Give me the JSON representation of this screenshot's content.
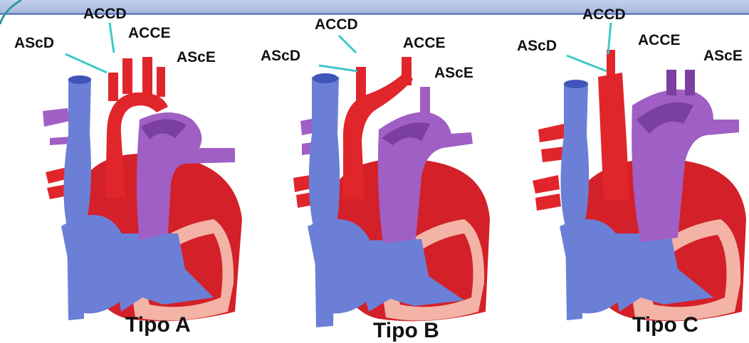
{
  "colors": {
    "vena_blue": "#6b7fd6",
    "vena_blue_dark": "#3f55b8",
    "artery_red": "#e0262b",
    "artery_red_dark": "#b3161c",
    "pulmonary_purple": "#a05fc4",
    "pulmonary_purple_dark": "#7a3fa0",
    "chamber_red": "#d42028",
    "endocardium_pink": "#f3b3a6",
    "leader_teal": "#3dc9c9"
  },
  "panels": [
    {
      "caption": "Tipo A",
      "labels": {
        "accd": "ACCD",
        "acce": "ACCE",
        "ascd": "AScD",
        "asce": "AScE"
      }
    },
    {
      "caption": "Tipo B",
      "labels": {
        "accd": "ACCD",
        "acce": "ACCE",
        "ascd": "AScD",
        "asce": "AScE"
      }
    },
    {
      "caption": "Tipo C",
      "labels": {
        "accd": "ACCD",
        "acce": "ACCE",
        "ascd": "AScD",
        "asce": "AScE"
      }
    }
  ]
}
